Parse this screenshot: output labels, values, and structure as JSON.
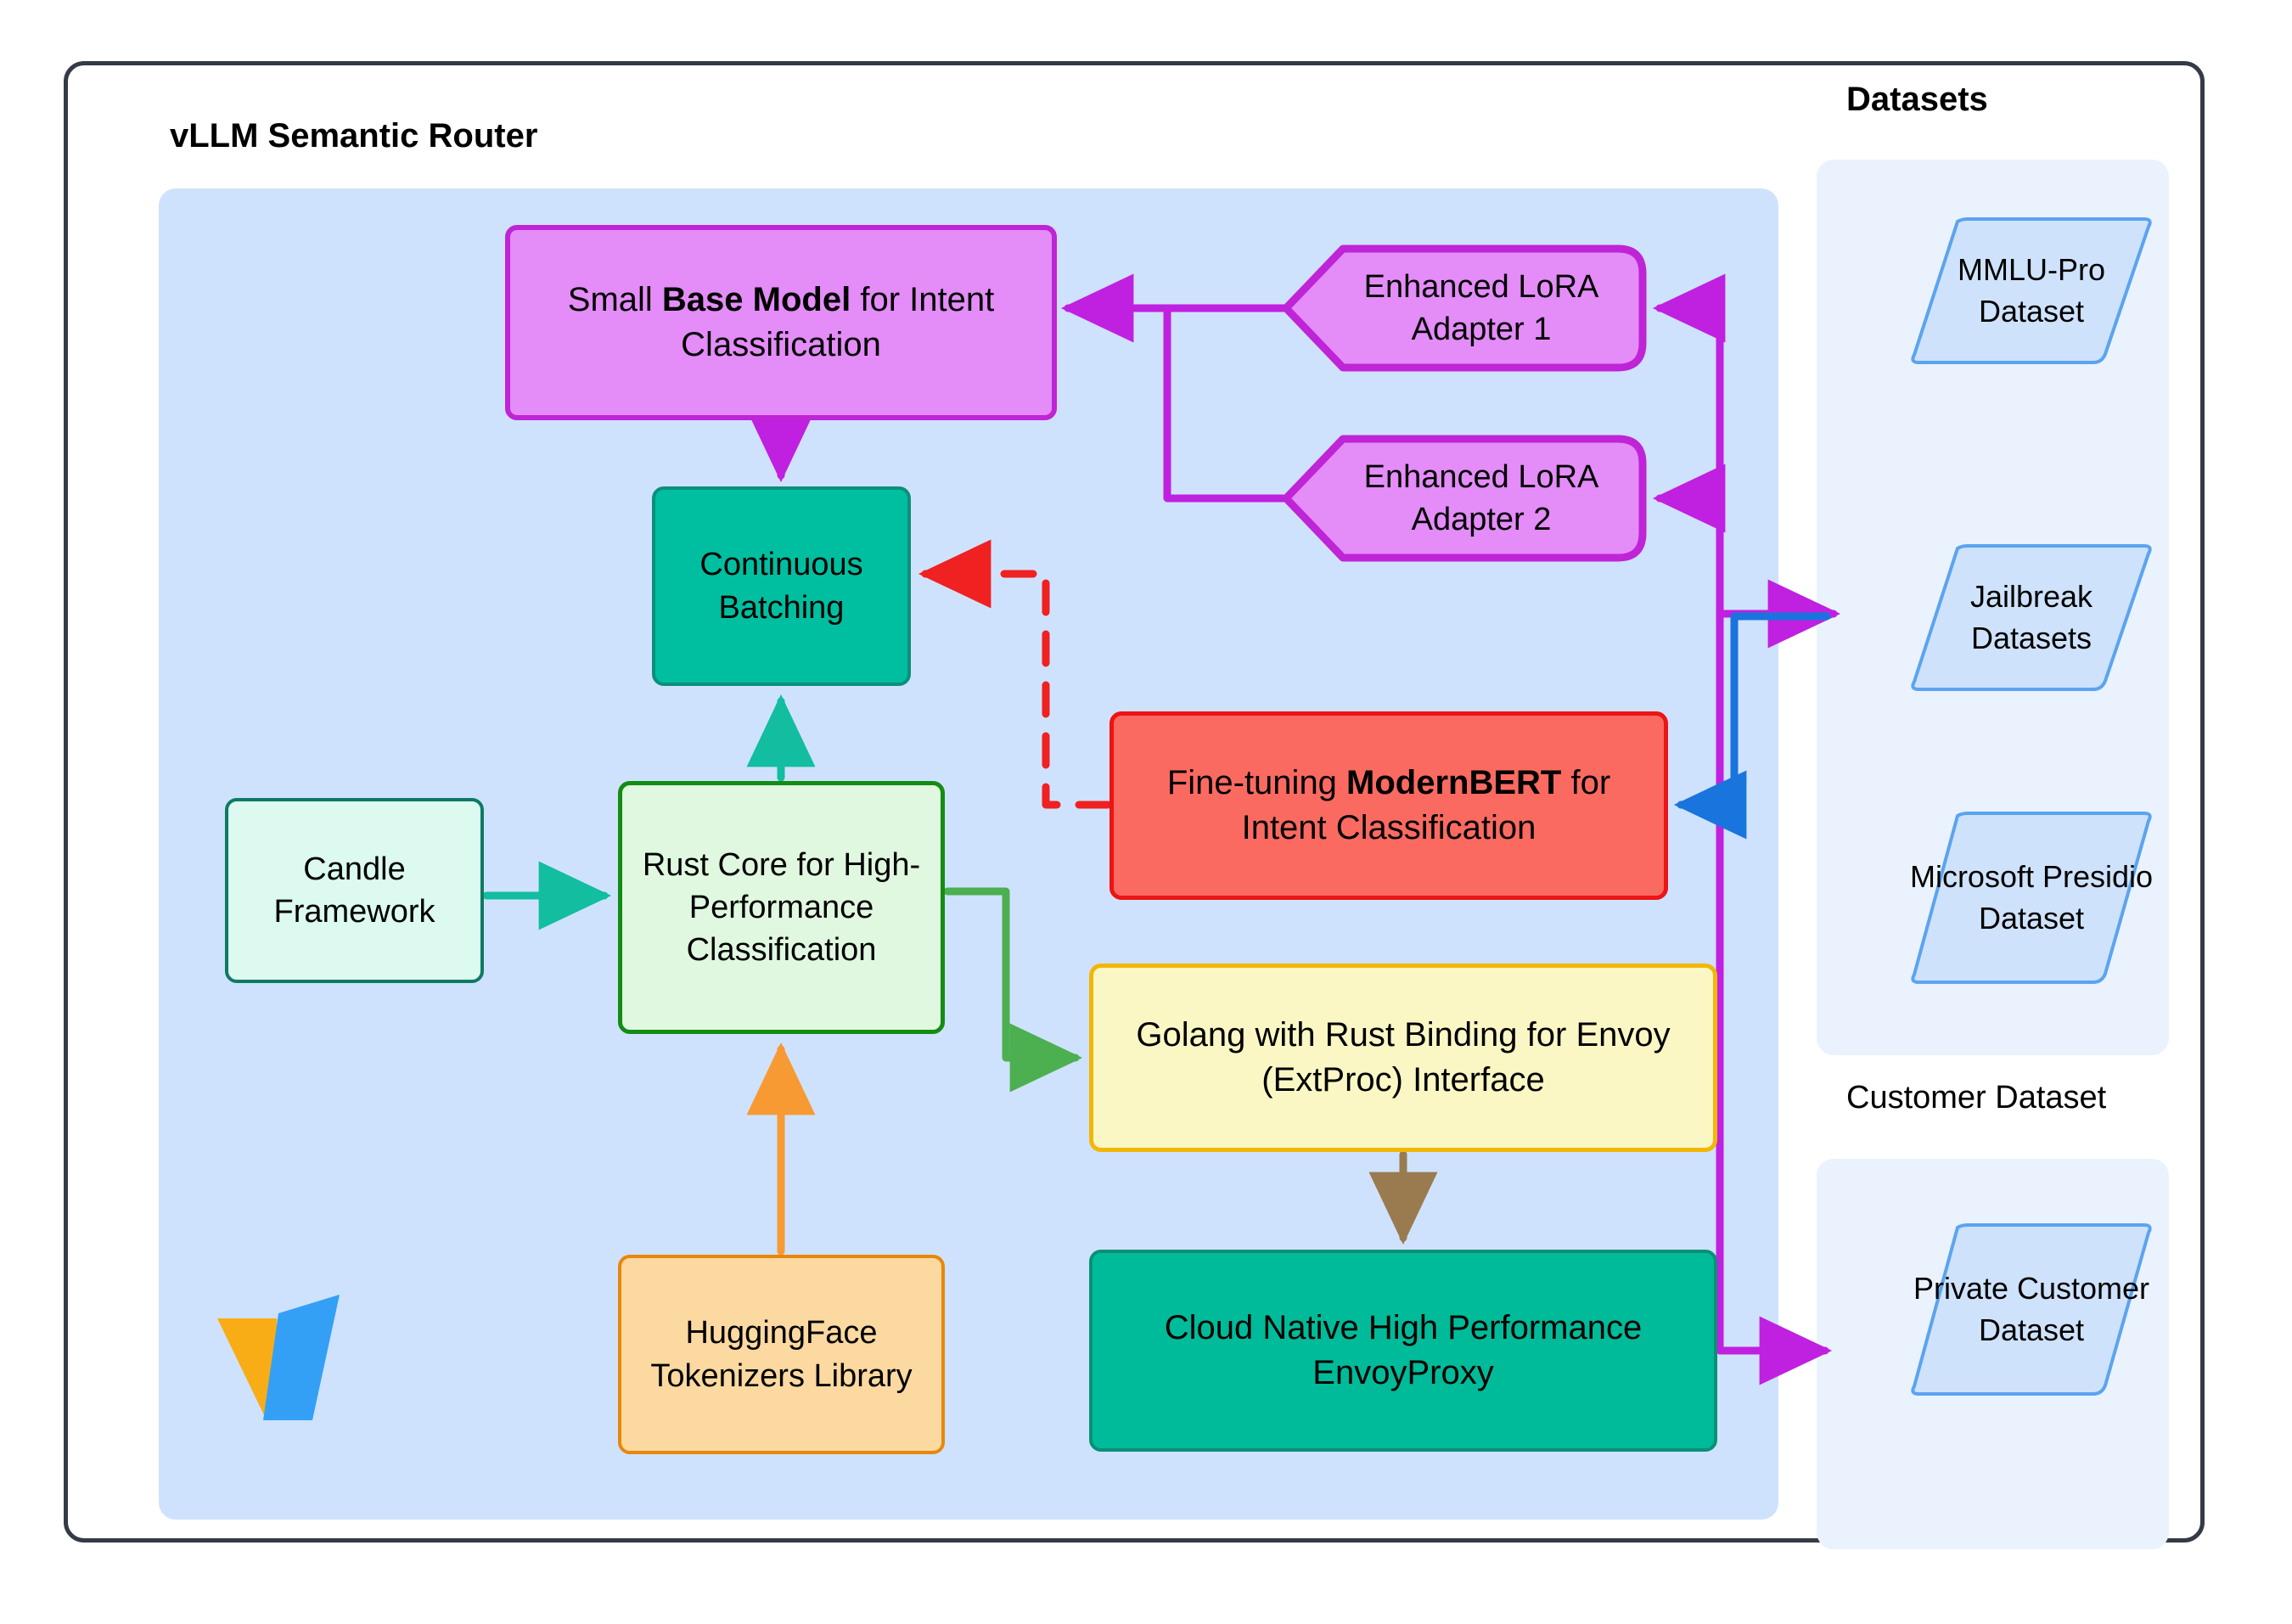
{
  "diagram": {
    "title_router": "vLLM Semantic Router",
    "title_datasets": "Datasets",
    "label_customer_dataset": "Customer Dataset"
  },
  "nodes": {
    "base_model": {
      "pre": "Small ",
      "bold": "Base Model",
      "post": " for Intent Classification"
    },
    "continuous_batching": {
      "label": "Continuous Batching"
    },
    "rust_core": {
      "label": "Rust Core for High-Performance Classification"
    },
    "candle": {
      "label": "Candle Framework"
    },
    "huggingface": {
      "label": "HuggingFace Tokenizers Library"
    },
    "modernbert": {
      "pre": "Fine-tuning ",
      "bold": "ModernBERT",
      "post": " for Intent Classification"
    },
    "golang": {
      "label": "Golang with Rust Binding for Envoy (ExtProc) Interface"
    },
    "envoyproxy": {
      "label": "Cloud Native High Performance EnvoyProxy"
    },
    "lora1": {
      "label": "Enhanced LoRA Adapter 1"
    },
    "lora2": {
      "label": "Enhanced LoRA Adapter 2"
    },
    "mmlu": {
      "label": "MMLU-Pro Dataset"
    },
    "jailbreak": {
      "label": "Jailbreak Datasets"
    },
    "presidio": {
      "label": "Microsoft Presidio Dataset"
    },
    "private_customer": {
      "label": "Private Customer Dataset"
    }
  },
  "colors": {
    "frame_border": "#343a46",
    "router_bg": "#cfe2fd",
    "datasets_bg": "#eaf2fe",
    "purple_node_fill": "#e48cf8",
    "purple_node_stroke": "#bf24d6",
    "teal_fill": "#00bfa0",
    "teal_stroke": "#0c8f7a",
    "green_fill": "#e0f8e0",
    "green_stroke": "#128d12",
    "mint_fill": "#dcfaf0",
    "mint_stroke": "#0e7a63",
    "orange_fill": "#fcd9a1",
    "orange_stroke": "#e8870a",
    "red_fill": "#fa6a61",
    "red_stroke": "#ec1414",
    "yellow_fill": "#fbf7c5",
    "yellow_stroke": "#f2b705",
    "envoy_fill": "#00bb99",
    "dataset_fill": "#cfe2fb",
    "dataset_stroke": "#5ba4ef",
    "edge_purple": "#c020e0",
    "edge_blue": "#1a74dd",
    "edge_red": "#ef2121",
    "edge_teal": "#13bda0",
    "edge_green": "#4caf50",
    "edge_orange": "#f79a33",
    "edge_brown": "#9a7b4f",
    "logo_orange": "#f8ad17",
    "logo_blue": "#34a0f5"
  },
  "edges": [
    {
      "from": "lora1",
      "to": "base_model",
      "color": "#c020e0",
      "style": "solid"
    },
    {
      "from": "lora2",
      "to": "base_model",
      "color": "#c020e0",
      "style": "solid"
    },
    {
      "from": "base_model",
      "to": "continuous_batching",
      "color": "#c020e0",
      "style": "solid"
    },
    {
      "from": "modernbert",
      "to": "continuous_batching",
      "color": "#ef2121",
      "style": "dashed"
    },
    {
      "from": "candle",
      "to": "rust_core",
      "color": "#13bda0",
      "style": "solid"
    },
    {
      "from": "rust_core",
      "to": "continuous_batching",
      "color": "#13bda0",
      "style": "solid"
    },
    {
      "from": "huggingface",
      "to": "rust_core",
      "color": "#f79a33",
      "style": "solid"
    },
    {
      "from": "rust_core",
      "to": "golang",
      "color": "#4caf50",
      "style": "solid"
    },
    {
      "from": "golang",
      "to": "envoyproxy",
      "color": "#9a7b4f",
      "style": "solid"
    },
    {
      "from": "jailbreak",
      "to": "modernbert",
      "color": "#1a74dd",
      "style": "solid"
    },
    {
      "from": "jailbreak",
      "to": "lora1",
      "color": "#c020e0",
      "style": "solid"
    },
    {
      "from": "jailbreak",
      "to": "lora2",
      "color": "#c020e0",
      "style": "solid"
    },
    {
      "from": "envoyproxy",
      "to": "private_customer",
      "color": "#c020e0",
      "style": "solid"
    }
  ]
}
